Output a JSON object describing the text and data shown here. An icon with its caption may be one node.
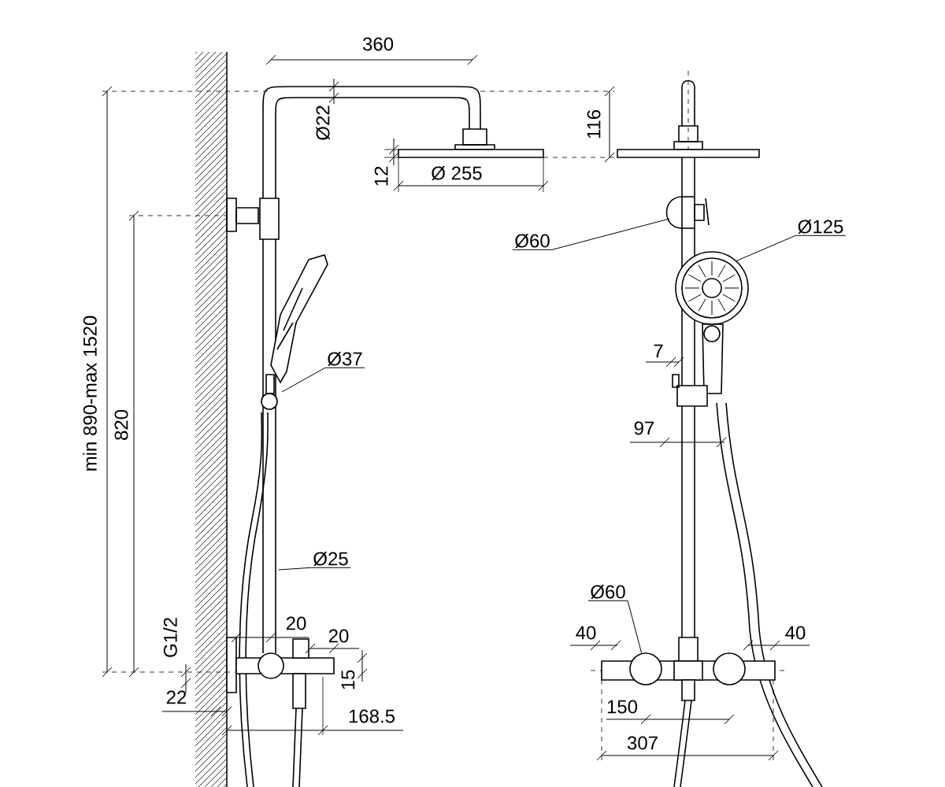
{
  "diagram": {
    "nodes": [
      {
        "text": [
          "Ø125"
        ]
      },
      {
        "text": [
          "Ø60"
        ]
      },
      {
        "text": [
          "Ø37"
        ]
      },
      {
        "text": [
          "Ø25"
        ]
      },
      {
        "text": [
          "Ø60"
        ]
      },
      {
        "text": [],
        "shape": "circle"
      }
    ],
    "edges": [
      {
        "from": 0,
        "to": null,
        "arrow": "none"
      },
      {
        "from": 1,
        "to": null,
        "arrow": "none"
      },
      {
        "from": 2,
        "to": null,
        "arrow": "none"
      },
      {
        "from": 3,
        "to": null,
        "arrow": "none"
      },
      {
        "from": 4,
        "to": 5,
        "arrow": "none"
      }
    ],
    "labels": [
      "360",
      "Ø22",
      "12",
      "Ø 255",
      "116",
      "min 890-max 1520",
      "820",
      "G1/2",
      "22",
      "20",
      "20",
      "15",
      "168.5",
      "7",
      "97",
      "40",
      "40",
      "150",
      "307"
    ]
  }
}
